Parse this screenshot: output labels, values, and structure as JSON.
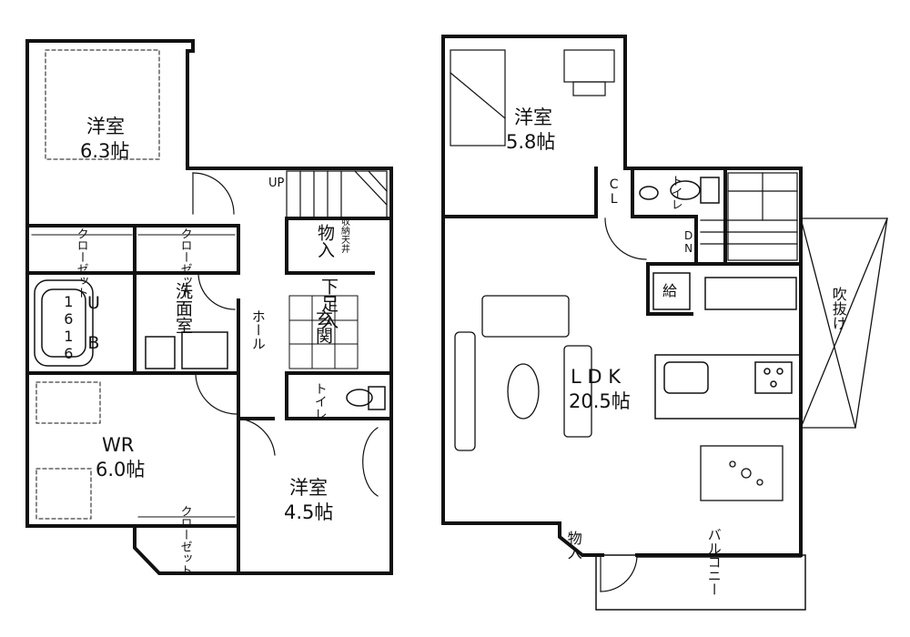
{
  "floor1": {
    "rooms": {
      "bed_nw": {
        "name": "洋室",
        "size": "6.3帖"
      },
      "ub": {
        "name": "U B",
        "size": "1616"
      },
      "washroom": {
        "name": "洗面室"
      },
      "wr": {
        "name": "WR",
        "size": "6.0帖"
      },
      "bed_se": {
        "name": "洋室",
        "size": "4.5帖"
      },
      "hall": {
        "name": "ホール"
      },
      "entrance": {
        "name": "玄関"
      },
      "shoebox": {
        "name": "下足入"
      },
      "storage": {
        "name": "物入"
      },
      "storage_note": {
        "name": "収納天井"
      },
      "toilet": {
        "name": "トイレ"
      }
    },
    "closets": [
      "クローゼット",
      "クローゼット",
      "クローゼット"
    ],
    "stairs_label": "UP"
  },
  "floor2": {
    "rooms": {
      "bed_n": {
        "name": "洋室",
        "size": "5.8帖"
      },
      "ldk": {
        "name": "L D K",
        "size": "20.5帖"
      },
      "cl": {
        "name": "CL"
      },
      "toilet": {
        "name": "トイレ"
      },
      "fukinuke": {
        "name": "吹抜け"
      },
      "balcony": {
        "name": "バルコニー"
      },
      "storage": {
        "name": "物入"
      },
      "kyu": {
        "name": "給"
      }
    },
    "stairs_label": "DN"
  }
}
